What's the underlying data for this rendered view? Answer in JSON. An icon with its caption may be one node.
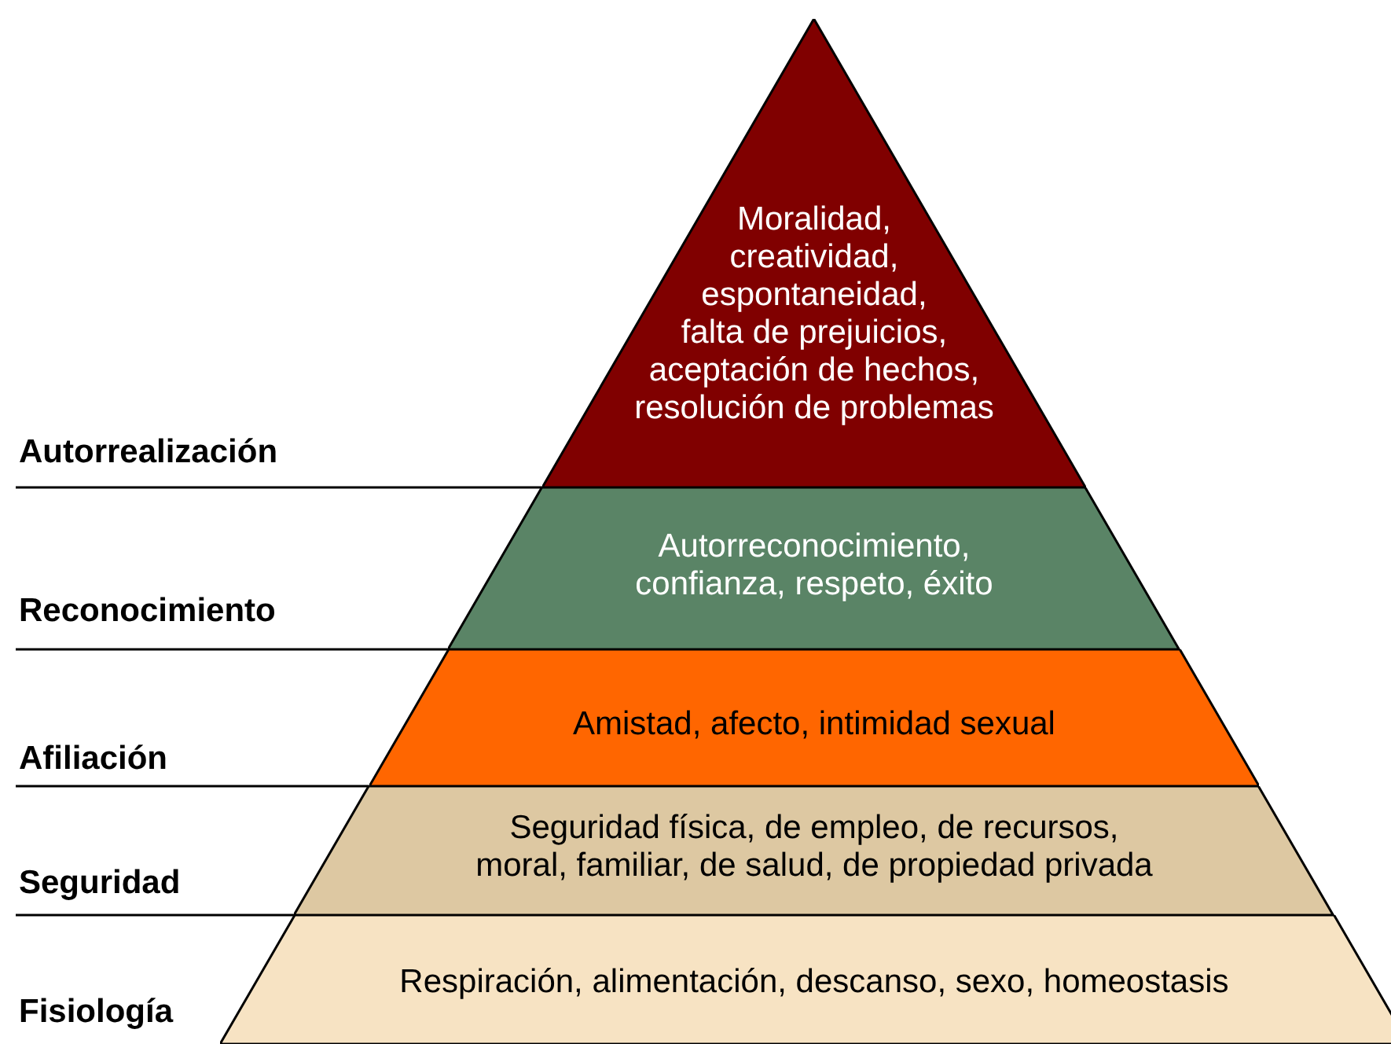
{
  "diagram": {
    "nodes": [
      {
        "text": [
          "Moralidad, creatividad, espontaneidad, falta de prejuicios, aceptación de hechos, resolución de problemas"
        ]
      },
      {
        "text": [
          "Autorreconocimiento, confianza, respeto, éxito"
        ]
      },
      {
        "text": [
          "Amistad, afecto, intimidad sexual"
        ]
      },
      {
        "text": [
          "Seguridad física, de empleo, de recursos, moral, familiar, de salud, de propiedad privada"
        ]
      },
      {
        "text": [
          "Respiración, alimentación, descanso, sexo, homeostasis"
        ],
        "beside": [
          "Fisiología"
        ]
      },
      {
        "text": [
          "Autorrealización"
        ]
      },
      {
        "text": [
          "Reconocimiento"
        ]
      },
      {
        "text": [
          "Afiliación"
        ]
      },
      {
        "text": [
          "Seguridad"
        ]
      }
    ],
    "edges": [
      {
        "from": 5,
        "to": 0,
        "arrow": "none"
      },
      {
        "from": 6,
        "to": 1,
        "arrow": "none"
      },
      {
        "from": 7,
        "to": 2,
        "arrow": "none"
      },
      {
        "from": 8,
        "to": 3,
        "arrow": "none"
      }
    ]
  }
}
